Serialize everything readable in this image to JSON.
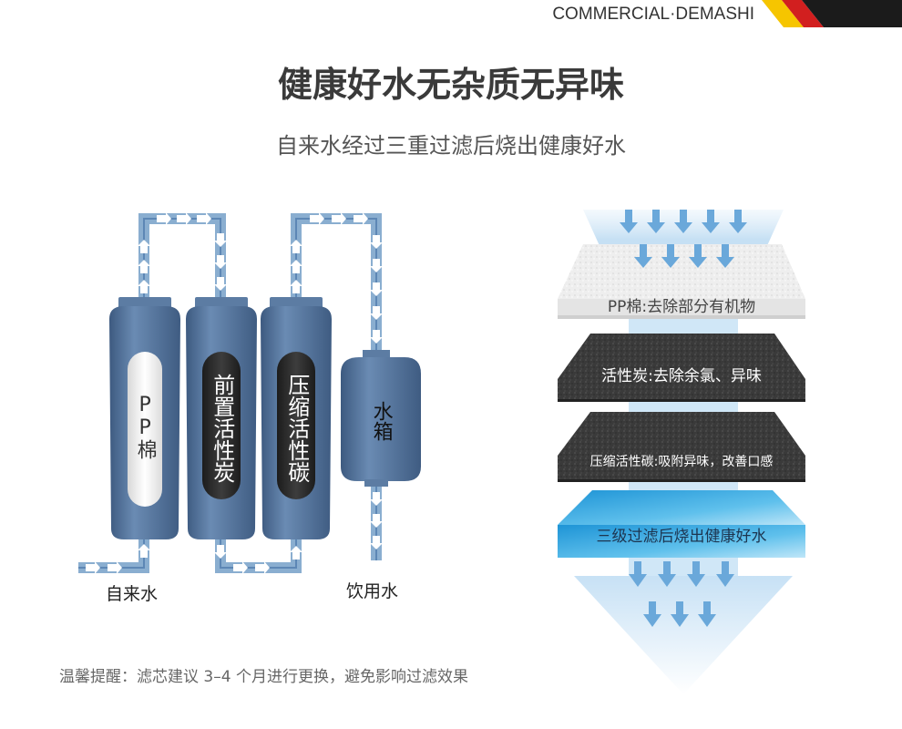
{
  "brand": {
    "text": "COMMERCIAL·DEMASHI",
    "colors": [
      "#f6c500",
      "#d21f1f",
      "#1b1b1b"
    ]
  },
  "title": "健康好水无杂质无异味",
  "subtitle": "自来水经过三重过滤后烧出健康好水",
  "filters": [
    {
      "label": "PP棉",
      "core": "white"
    },
    {
      "label": "前置活性炭",
      "core": "dark"
    },
    {
      "label": "压缩活性碳",
      "core": "dark"
    }
  ],
  "tank_label": "水箱",
  "inlet_label": "自来水",
  "outlet_label": "饮用水",
  "layers": [
    {
      "label": "PP棉:去除部分有机物",
      "color": "#ececec"
    },
    {
      "label": "活性炭:去除余氯、异味",
      "color": "#404040"
    },
    {
      "label": "压缩活性碳:吸附异味，改善口感",
      "color": "#383838"
    },
    {
      "label": "三级过滤后烧出健康好水",
      "color": "#4ab0e6"
    }
  ],
  "tip": "温馨提醒：滤芯建议 3–4 个月进行更换，避免影响过滤效果",
  "colors": {
    "pipe": "#7aa0c4",
    "filter_body": "#4f6f96",
    "arrow_blue": "#5f9bd0"
  }
}
